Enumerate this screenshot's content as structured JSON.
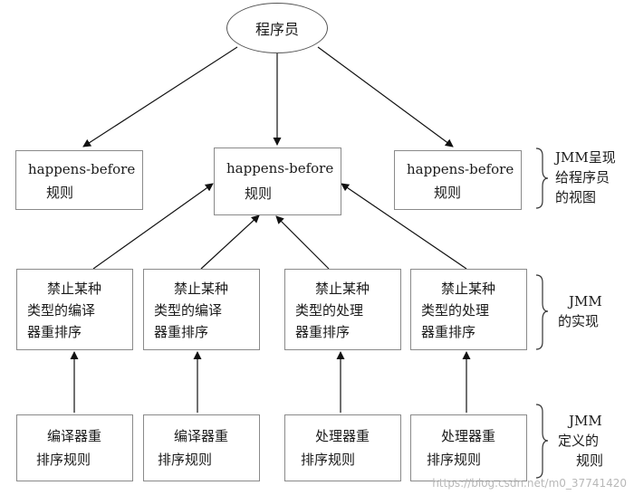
{
  "top_node": "程序员",
  "rule_boxes": [
    {
      "line1": "happens-before",
      "line2": "规则"
    },
    {
      "line1": "happens-before",
      "line2": "规则"
    },
    {
      "line1": "happens-before",
      "line2": "规则"
    }
  ],
  "impl_boxes": [
    {
      "line1": "禁止某种",
      "line2": "类型的编译",
      "line3": "器重排序"
    },
    {
      "line1": "禁止某种",
      "line2": "类型的编译",
      "line3": "器重排序"
    },
    {
      "line1": "禁止某种",
      "line2": "类型的处理",
      "line3": "器重排序"
    },
    {
      "line1": "禁止某种",
      "line2": "类型的处理",
      "line3": "器重排序"
    }
  ],
  "def_boxes": [
    {
      "line1": "编译器重",
      "line2": "排序规则"
    },
    {
      "line1": "编译器重",
      "line2": "排序规则"
    },
    {
      "line1": "处理器重",
      "line2": "排序规则"
    },
    {
      "line1": "处理器重",
      "line2": "排序规则"
    }
  ],
  "side_labels": {
    "view": {
      "line1": "JMM呈现",
      "line2": "给程序员",
      "line3": "的视图"
    },
    "impl": {
      "line1": "JMM",
      "line2": "的实现"
    },
    "def": {
      "line1": "JMM",
      "line2": "定义的",
      "line3": "规则"
    }
  },
  "watermark": "https://blog.csdn.net/m0_37741420"
}
